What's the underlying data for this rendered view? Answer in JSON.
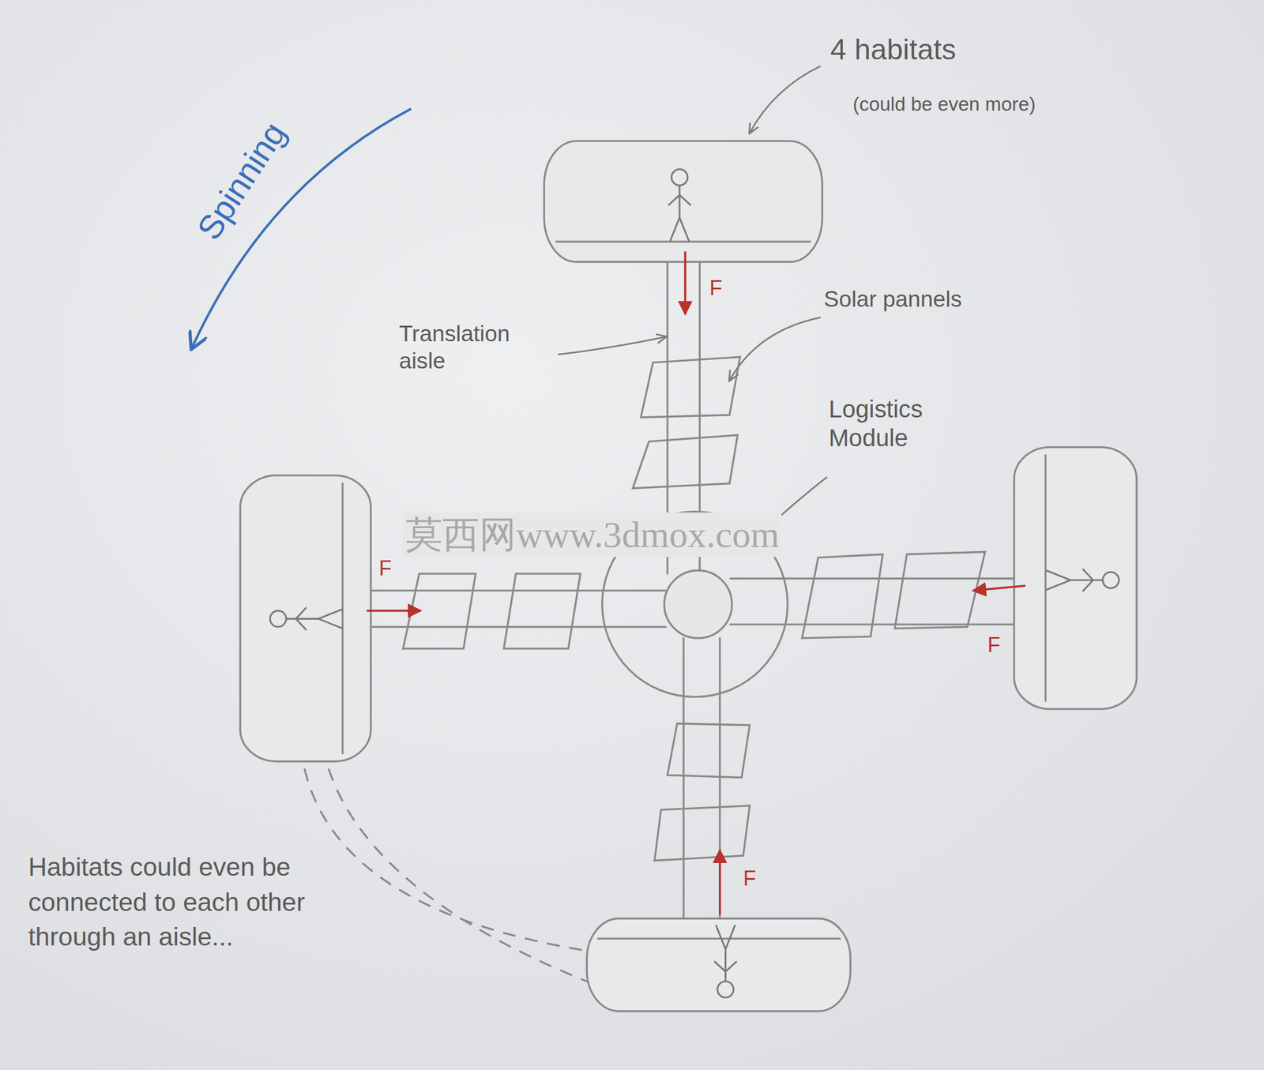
{
  "diagram": {
    "labels": [
      "4 habitats",
      "(could be even more)",
      "Spinning",
      "F",
      "F",
      "F",
      "F",
      "Translation aisle",
      "Solar pannels",
      "Logistics Module",
      "莫西网www.3dmox.com",
      "Habitats could even be connected to each other through an aisle..."
    ]
  }
}
